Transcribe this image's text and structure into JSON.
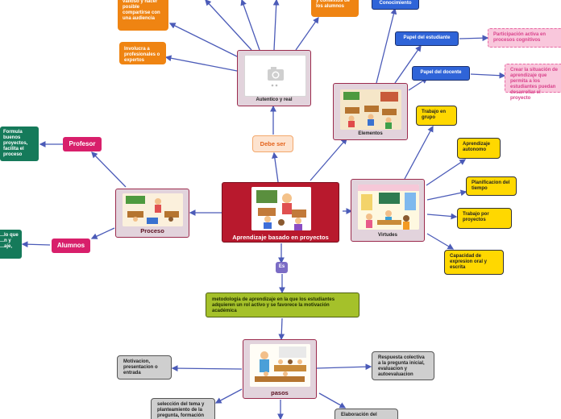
{
  "central": {
    "label": "Aprendizaje basado en proyectos"
  },
  "es_label": "Es",
  "definition": "metodologia de aprendizaje en la que los estudiantes adquieren un rol activo y se favorece la motivación académica",
  "debe_ser": {
    "label": "Debe ser",
    "child": {
      "label": "Autentico y real",
      "children": [
        "valioso y hacer posible compartirse con una audiencia",
        "Involucra a profesionales o expertos",
        "y contextos de los alumnos"
      ]
    }
  },
  "elementos": {
    "label": "Elementos",
    "children": [
      {
        "label": "Conocimiento"
      },
      {
        "label": "Papel del estudiante",
        "detail": "Participación activa en procesos cognitivos"
      },
      {
        "label": "Papel del docente",
        "detail": "Crear la situación de aprendizaje que permita a los estudiantes puedan desarrollar el proyecto"
      }
    ]
  },
  "virtudes": {
    "label": "Virtudes",
    "children": [
      "Trabajo en grupo",
      "Aprendizaje autonomo",
      "Planificacion del tiempo",
      "Trabajo por proyectos",
      "Capacidad de expresion oral y escrita"
    ]
  },
  "proceso": {
    "label": "Proceso",
    "profesor": {
      "label": "Profesor",
      "detail": "Formula buenos proyectos, facilita el proceso"
    },
    "alumnos": {
      "label": "Alumnos",
      "detail": "...lo que ...n y ...aje,"
    }
  },
  "pasos": {
    "label": "pasos",
    "children": [
      "Motivacion, presentacion o entrada",
      "Respuesta colectiva a la pregunta inicial, evaluacion y autoevaluacion",
      "selección del tema y planteamiento de la pregunta, formación",
      "Elaboración del"
    ]
  },
  "colors": {
    "central": "#b8192d",
    "orange": "#ef8412",
    "blue": "#2f64d8",
    "yellow": "#ffd800",
    "magenta": "#d81f6b",
    "teal": "#157a5a",
    "olive": "#a5c12a",
    "purple": "#7b6cc5",
    "link": "#4b5bb8"
  },
  "icons": [
    "camera-icon",
    "classroom-illustration"
  ]
}
